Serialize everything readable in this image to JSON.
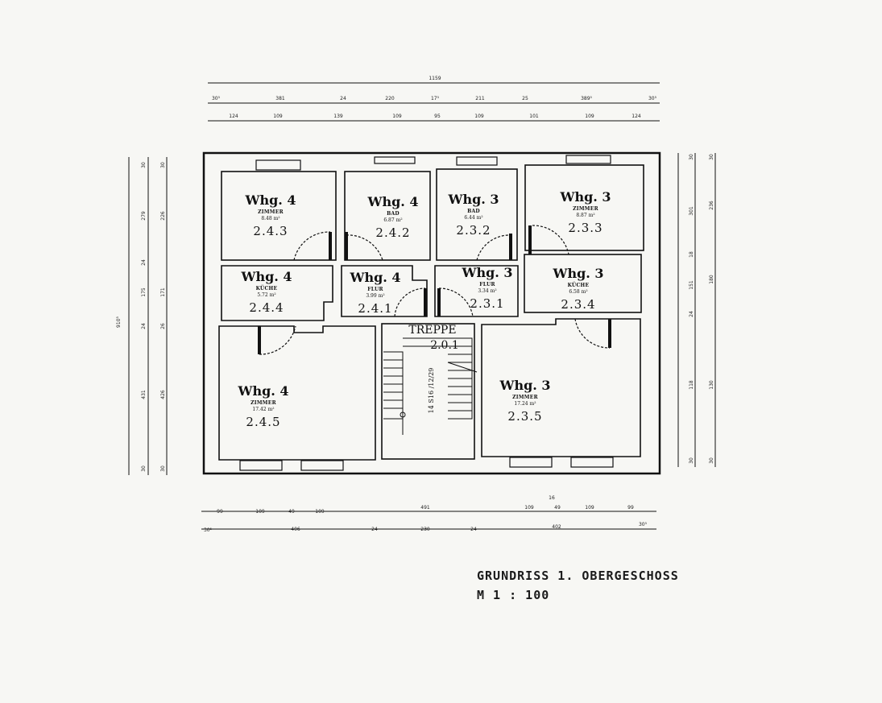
{
  "title": "GRUNDRISS 1. OBERGESCHOSS",
  "scale": "M 1 : 100",
  "rooms": [
    {
      "unit": "Whg. 4",
      "type": "ZIMMER",
      "area": "8.48 m²",
      "number": "2.4.3"
    },
    {
      "unit": "Whg. 4",
      "type": "BAD",
      "area": "6.87 m²",
      "number": "2.4.2"
    },
    {
      "unit": "Whg. 3",
      "type": "BAD",
      "area": "6.44 m²",
      "number": "2.3.2"
    },
    {
      "unit": "Whg. 3",
      "type": "ZIMMER",
      "area": "8.87 m²",
      "number": "2.3.3"
    },
    {
      "unit": "Whg. 4",
      "type": "KÜCHE",
      "area": "5.72 m²",
      "number": "2.4.4"
    },
    {
      "unit": "Whg. 4",
      "type": "FLUR",
      "area": "3.99 m²",
      "number": "2.4.1"
    },
    {
      "unit": "Whg. 3",
      "type": "FLUR",
      "area": "3.34 m²",
      "number": "2.3.1"
    },
    {
      "unit": "Whg. 3",
      "type": "KÜCHE",
      "area": "6.58 m²",
      "number": "2.3.4"
    },
    {
      "unit": "Whg. 4",
      "type": "ZIMMER",
      "area": "17.42 m²",
      "number": "2.4.5"
    },
    {
      "unit": "Whg. 3",
      "type": "ZIMMER",
      "area": "17.24 m²",
      "number": "2.3.5"
    }
  ],
  "stair": {
    "label": "TREPPE",
    "number": "2.0.1",
    "note": "14 S16 /12/29"
  },
  "dimensions": {
    "top_overall": "1159",
    "top_row1": [
      "30⁵",
      "381",
      "24",
      "220",
      "17⁵",
      "211",
      "25",
      "389⁵",
      "30⁵"
    ],
    "top_row2": [
      "124",
      "109",
      "139",
      "109",
      "95",
      "109",
      "101",
      "109",
      "124"
    ],
    "bottom_row1": [
      "99",
      "109",
      "49",
      "109",
      "491",
      "109",
      "49",
      "109",
      "99"
    ],
    "bottom_row2": [
      "30⁵",
      "406",
      "24",
      "230",
      "24",
      "402",
      "30⁵"
    ],
    "left_overall": "910⁵",
    "left_row1": [
      "30",
      "279",
      "24",
      "175",
      "24",
      "431",
      "30"
    ],
    "left_row2": [
      "30",
      "226",
      "",
      "171",
      "26",
      "426",
      "30"
    ],
    "right_row1": [
      "30",
      "301",
      "18",
      "151",
      "24",
      "118",
      "30"
    ],
    "right_row2": [
      "30",
      "236",
      "",
      "180",
      "",
      "130",
      "30"
    ],
    "marker": "16"
  }
}
